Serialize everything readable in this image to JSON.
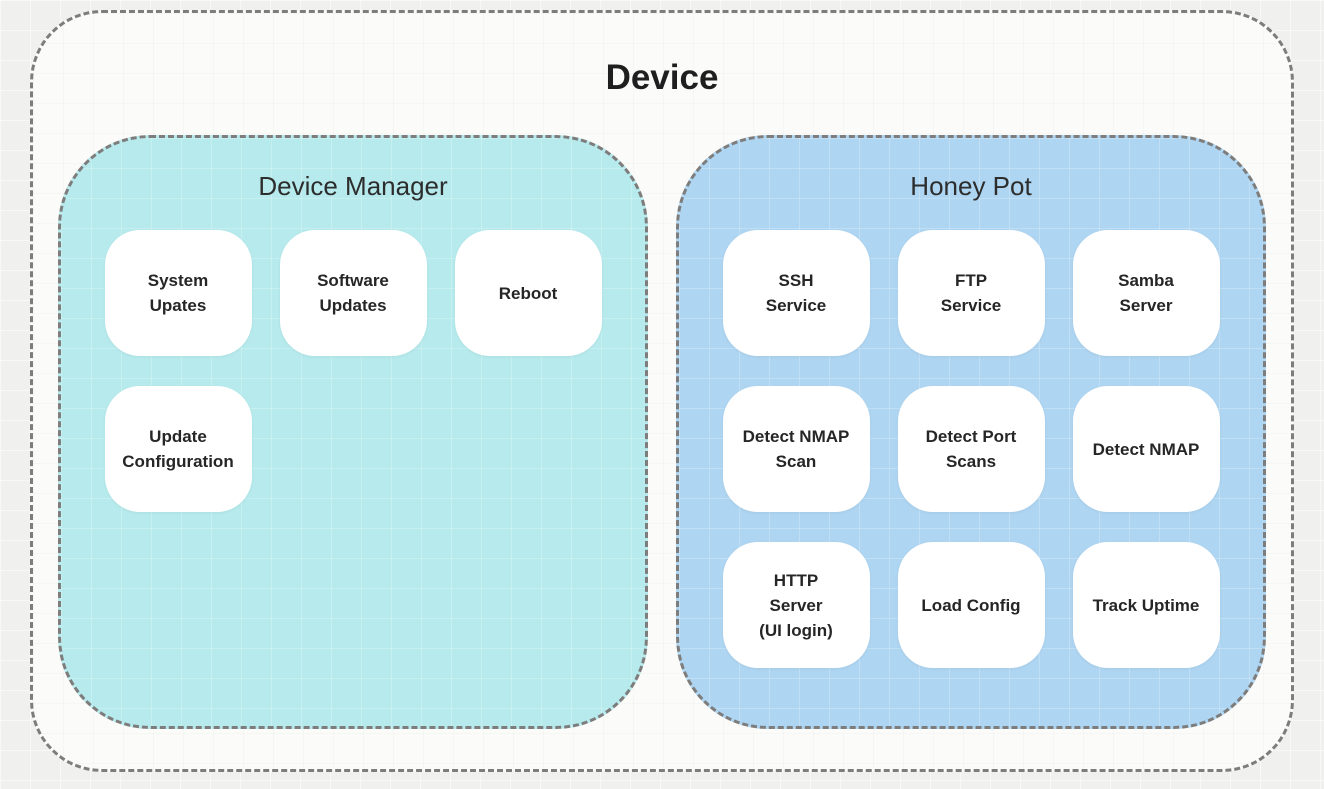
{
  "title": "Device",
  "sections": [
    {
      "id": "device-manager",
      "title": "Device Manager",
      "bg": "#b6eaec",
      "cards": [
        {
          "label": "System\nUpates"
        },
        {
          "label": "Software\nUpdates"
        },
        {
          "label": "Reboot"
        },
        {
          "label": "Update\nConfiguration"
        }
      ]
    },
    {
      "id": "honey-pot",
      "title": "Honey Pot",
      "bg": "#aed5f1",
      "cards": [
        {
          "label": "SSH\nService"
        },
        {
          "label": "FTP\nService"
        },
        {
          "label": "Samba\nServer"
        },
        {
          "label": "Detect NMAP\nScan"
        },
        {
          "label": "Detect Port\nScans"
        },
        {
          "label": "Detect NMAP"
        },
        {
          "label": "HTTP\nServer\n(UI login)"
        },
        {
          "label": "Load Config"
        },
        {
          "label": "Track Uptime"
        }
      ]
    }
  ],
  "colors": {
    "page_bg": "#f0f0ee",
    "device_frame_bg": "#fbfbfa",
    "device_manager_bg": "#b6eaec",
    "honey_pot_bg": "#aed5f1",
    "card_bg": "#ffffff",
    "dashed_border": "#7d7d7d",
    "card_text": "#262626",
    "title_text": "#1f1f1f"
  }
}
